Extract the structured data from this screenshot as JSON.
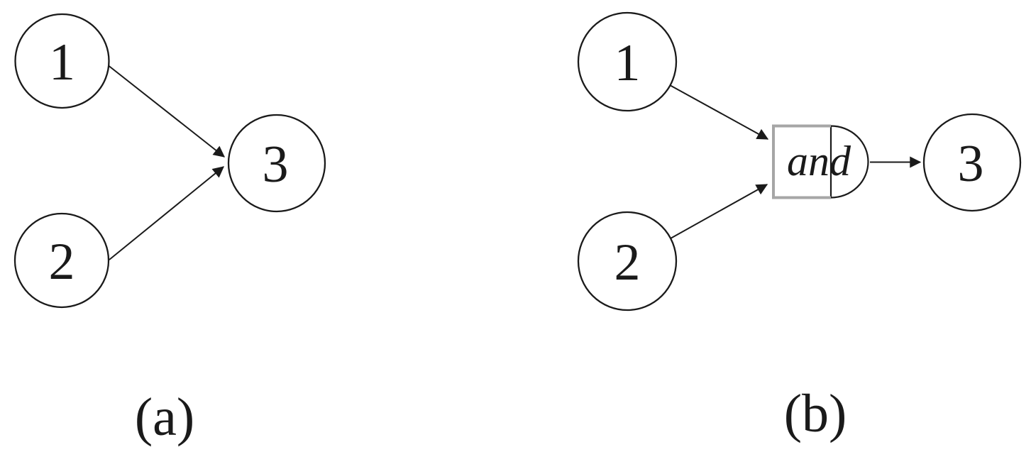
{
  "figure": {
    "caption_a": "(a)",
    "caption_b": "(b)",
    "colors": {
      "stroke": "#1a1a1a",
      "gate_edge_gray": "#a6a6a6",
      "background": "#ffffff"
    },
    "panel_a": {
      "nodes": [
        {
          "label": "1"
        },
        {
          "label": "2"
        },
        {
          "label": "3"
        }
      ],
      "edges": [
        {
          "from": "1",
          "to": "3"
        },
        {
          "from": "2",
          "to": "3"
        }
      ]
    },
    "panel_b": {
      "nodes": [
        {
          "label": "1"
        },
        {
          "label": "2"
        },
        {
          "label": "3"
        }
      ],
      "gate": {
        "type": "and-gate",
        "label": "and"
      },
      "edges": [
        {
          "from": "1",
          "to": "and"
        },
        {
          "from": "2",
          "to": "and"
        },
        {
          "from": "and",
          "to": "3"
        }
      ]
    }
  }
}
